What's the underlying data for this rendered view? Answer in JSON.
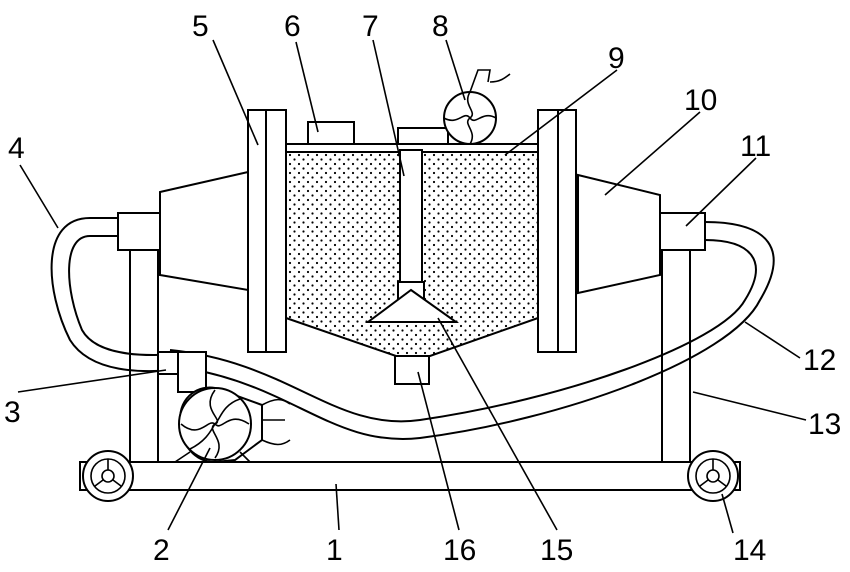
{
  "callouts": {
    "c1": "1",
    "c2": "2",
    "c3": "3",
    "c4": "4",
    "c5": "5",
    "c6": "6",
    "c7": "7",
    "c8": "8",
    "c9": "9",
    "c10": "10",
    "c11": "11",
    "c12": "12",
    "c13": "13",
    "c14": "14",
    "c15": "15",
    "c16": "16"
  },
  "colors": {
    "line": "#000000",
    "background": "#ffffff",
    "fill_dots": "#000000"
  }
}
